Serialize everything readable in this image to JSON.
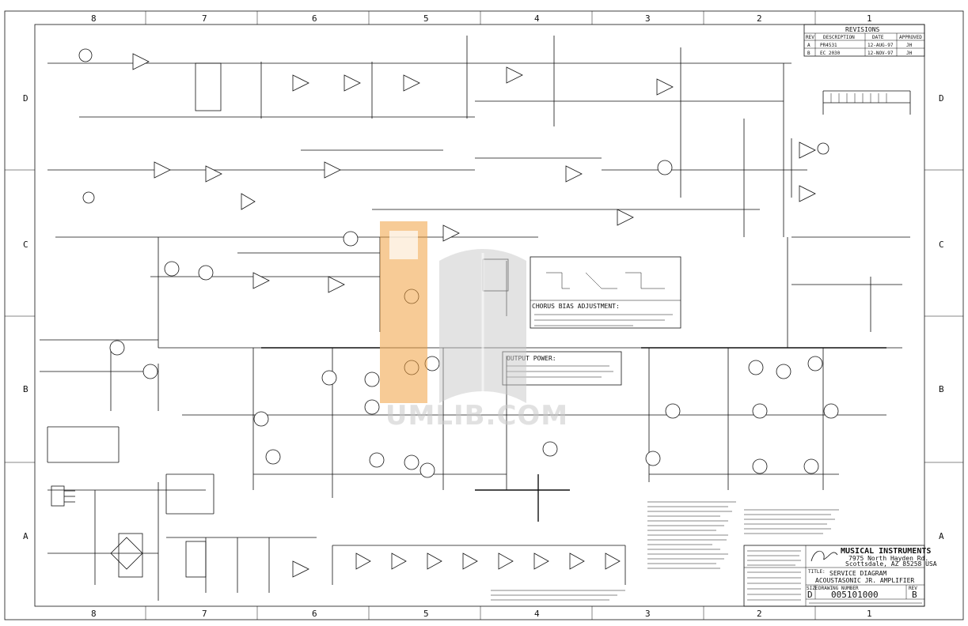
{
  "grid": {
    "columns": [
      "8",
      "7",
      "6",
      "5",
      "4",
      "3",
      "2",
      "1"
    ],
    "rows": [
      "D",
      "C",
      "B",
      "A"
    ]
  },
  "revisions": {
    "heading": "REVISIONS",
    "columns": [
      "REV",
      "DESCRIPTION",
      "DATE",
      "APPROVED"
    ],
    "rows": [
      [
        "A",
        "PR4531",
        "12-AUG-97",
        "JH"
      ],
      [
        "B",
        "EC 2030",
        "12-NOV-97",
        "JH"
      ]
    ]
  },
  "notes": {
    "chorus_bias_heading": "CHORUS BIAS ADJUSTMENT:",
    "output_power_heading": "OUTPUT POWER:"
  },
  "company": {
    "name": "MUSICAL INSTRUMENTS",
    "address1": "7975 North Hayden Rd.",
    "address2": "Scottsdale, AZ 85258 USA"
  },
  "title_block": {
    "title_label": "TITLE:",
    "title_line1": "SERVICE DIAGRAM",
    "title_line2": "ACOUSTASONIC JR. AMPLIFIER",
    "size_label": "SIZE",
    "size": "D",
    "drawing_number_label": "DRAWING NUMBER",
    "drawing_number": "005101000",
    "rev_label": "REV",
    "rev": "B"
  },
  "watermark": "UMLIB.COM",
  "colors": {
    "line": "#111111",
    "paper": "#ffffff",
    "watermark_orange": "#f0a040",
    "watermark_gray": "#c8c8c8"
  }
}
